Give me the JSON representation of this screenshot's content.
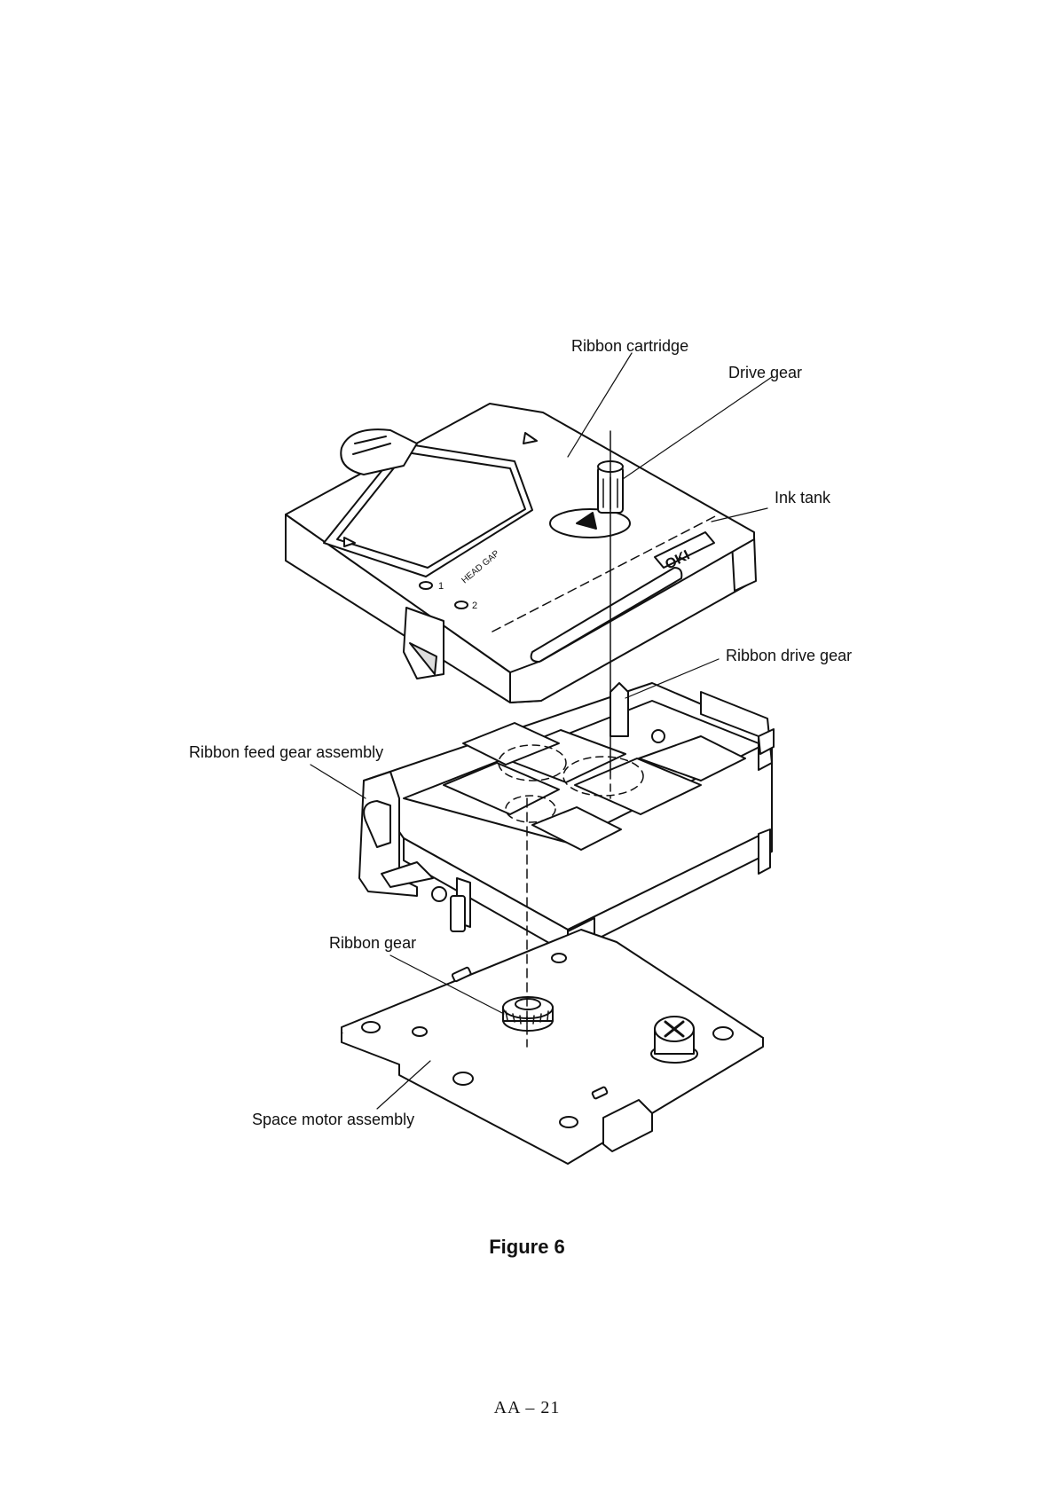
{
  "labels": {
    "ribbon_cartridge": "Ribbon cartridge",
    "drive_gear": "Drive gear",
    "ink_tank": "Ink tank",
    "ribbon_drive_gear": "Ribbon drive gear",
    "ribbon_feed_gear_assembly": "Ribbon feed gear assembly",
    "ribbon_gear": "Ribbon gear",
    "space_motor_assembly": "Space motor assembly"
  },
  "cartridge_marks": {
    "logo": "OKI",
    "head_gap": "HEAD GAP",
    "gap_1": "1",
    "gap_2": "2"
  },
  "caption": "Figure 6",
  "page_number": "AA – 21"
}
